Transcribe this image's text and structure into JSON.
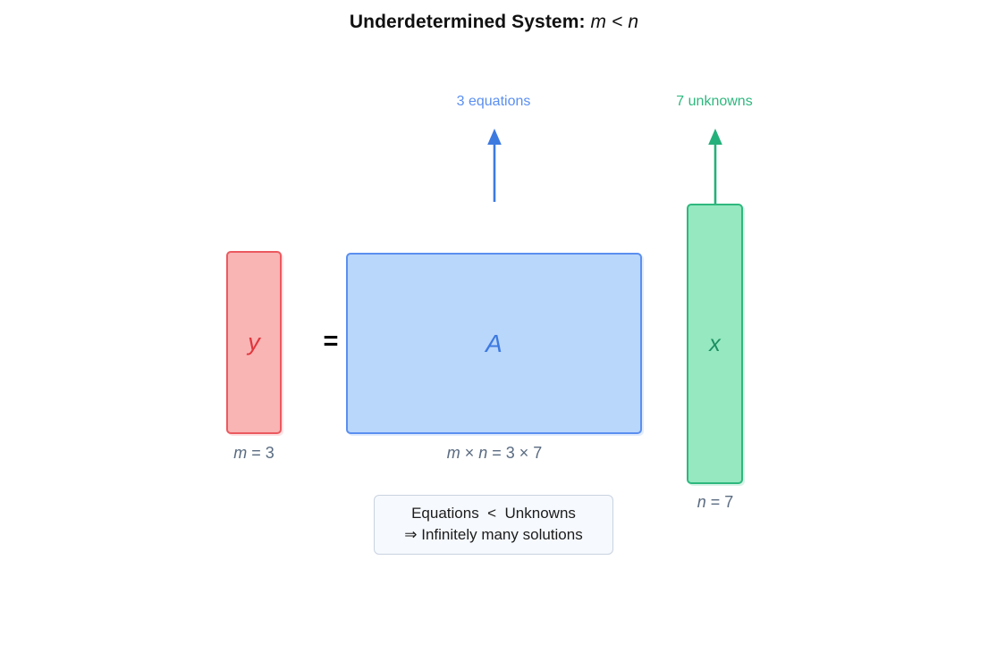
{
  "figure": {
    "title_main": "Underdetermined System:",
    "title_math": "m < n",
    "background": "#ffffff"
  },
  "annotations": {
    "equations_label": "3 equations",
    "equations_color": "#5b8ff0",
    "unknowns_label": "7 unknowns",
    "unknowns_color": "#2eb87e"
  },
  "arrows": {
    "equations_arrow_name": "up-arrow-icon",
    "unknowns_arrow_name": "up-arrow-icon"
  },
  "blocks": {
    "y": {
      "glyph": "y",
      "fill": "#f9b4b4",
      "stroke": "#eb5a5f",
      "text_color": "#e0373d",
      "caption": "m = 3",
      "caption_var": "m",
      "caption_rest": " = 3"
    },
    "A": {
      "glyph": "A",
      "fill": "#b9d6fb",
      "stroke": "#5b8ff0",
      "text_color": "#3d7ae0",
      "caption_var1": "m",
      "caption_mid": " × ",
      "caption_var2": "n",
      "caption_rest": " = 3 × 7",
      "caption_full": "m × n = 3 × 7"
    },
    "x": {
      "glyph": "x",
      "fill": "#95e8c0",
      "stroke": "#2eb87e",
      "text_color": "#1d8f62",
      "caption": "n = 7",
      "caption_var": "n",
      "caption_rest": " = 7"
    }
  },
  "equation": {
    "equals_sign": "="
  },
  "conclusion": {
    "line1": "Equations  <  Unknowns",
    "line2": "⇒ Infinitely many solutions",
    "fill": "#f6f9fd",
    "border": "#c9d3e0"
  },
  "chart_data": {
    "type": "diagram",
    "title": "Underdetermined System: m < n",
    "m": 3,
    "n": 7,
    "relation": "m < n",
    "shapes": [
      {
        "name": "y",
        "role": "observation-vector",
        "rows": 3,
        "cols": 1,
        "color": "#f9b4b4"
      },
      {
        "name": "A",
        "role": "measurement-matrix",
        "rows": 3,
        "cols": 7,
        "color": "#b9d6fb"
      },
      {
        "name": "x",
        "role": "unknown-vector",
        "rows": 7,
        "cols": 1,
        "color": "#95e8c0"
      }
    ],
    "equation": "y = A x",
    "conclusion": "Equations < Unknowns ⇒ Infinitely many solutions"
  }
}
